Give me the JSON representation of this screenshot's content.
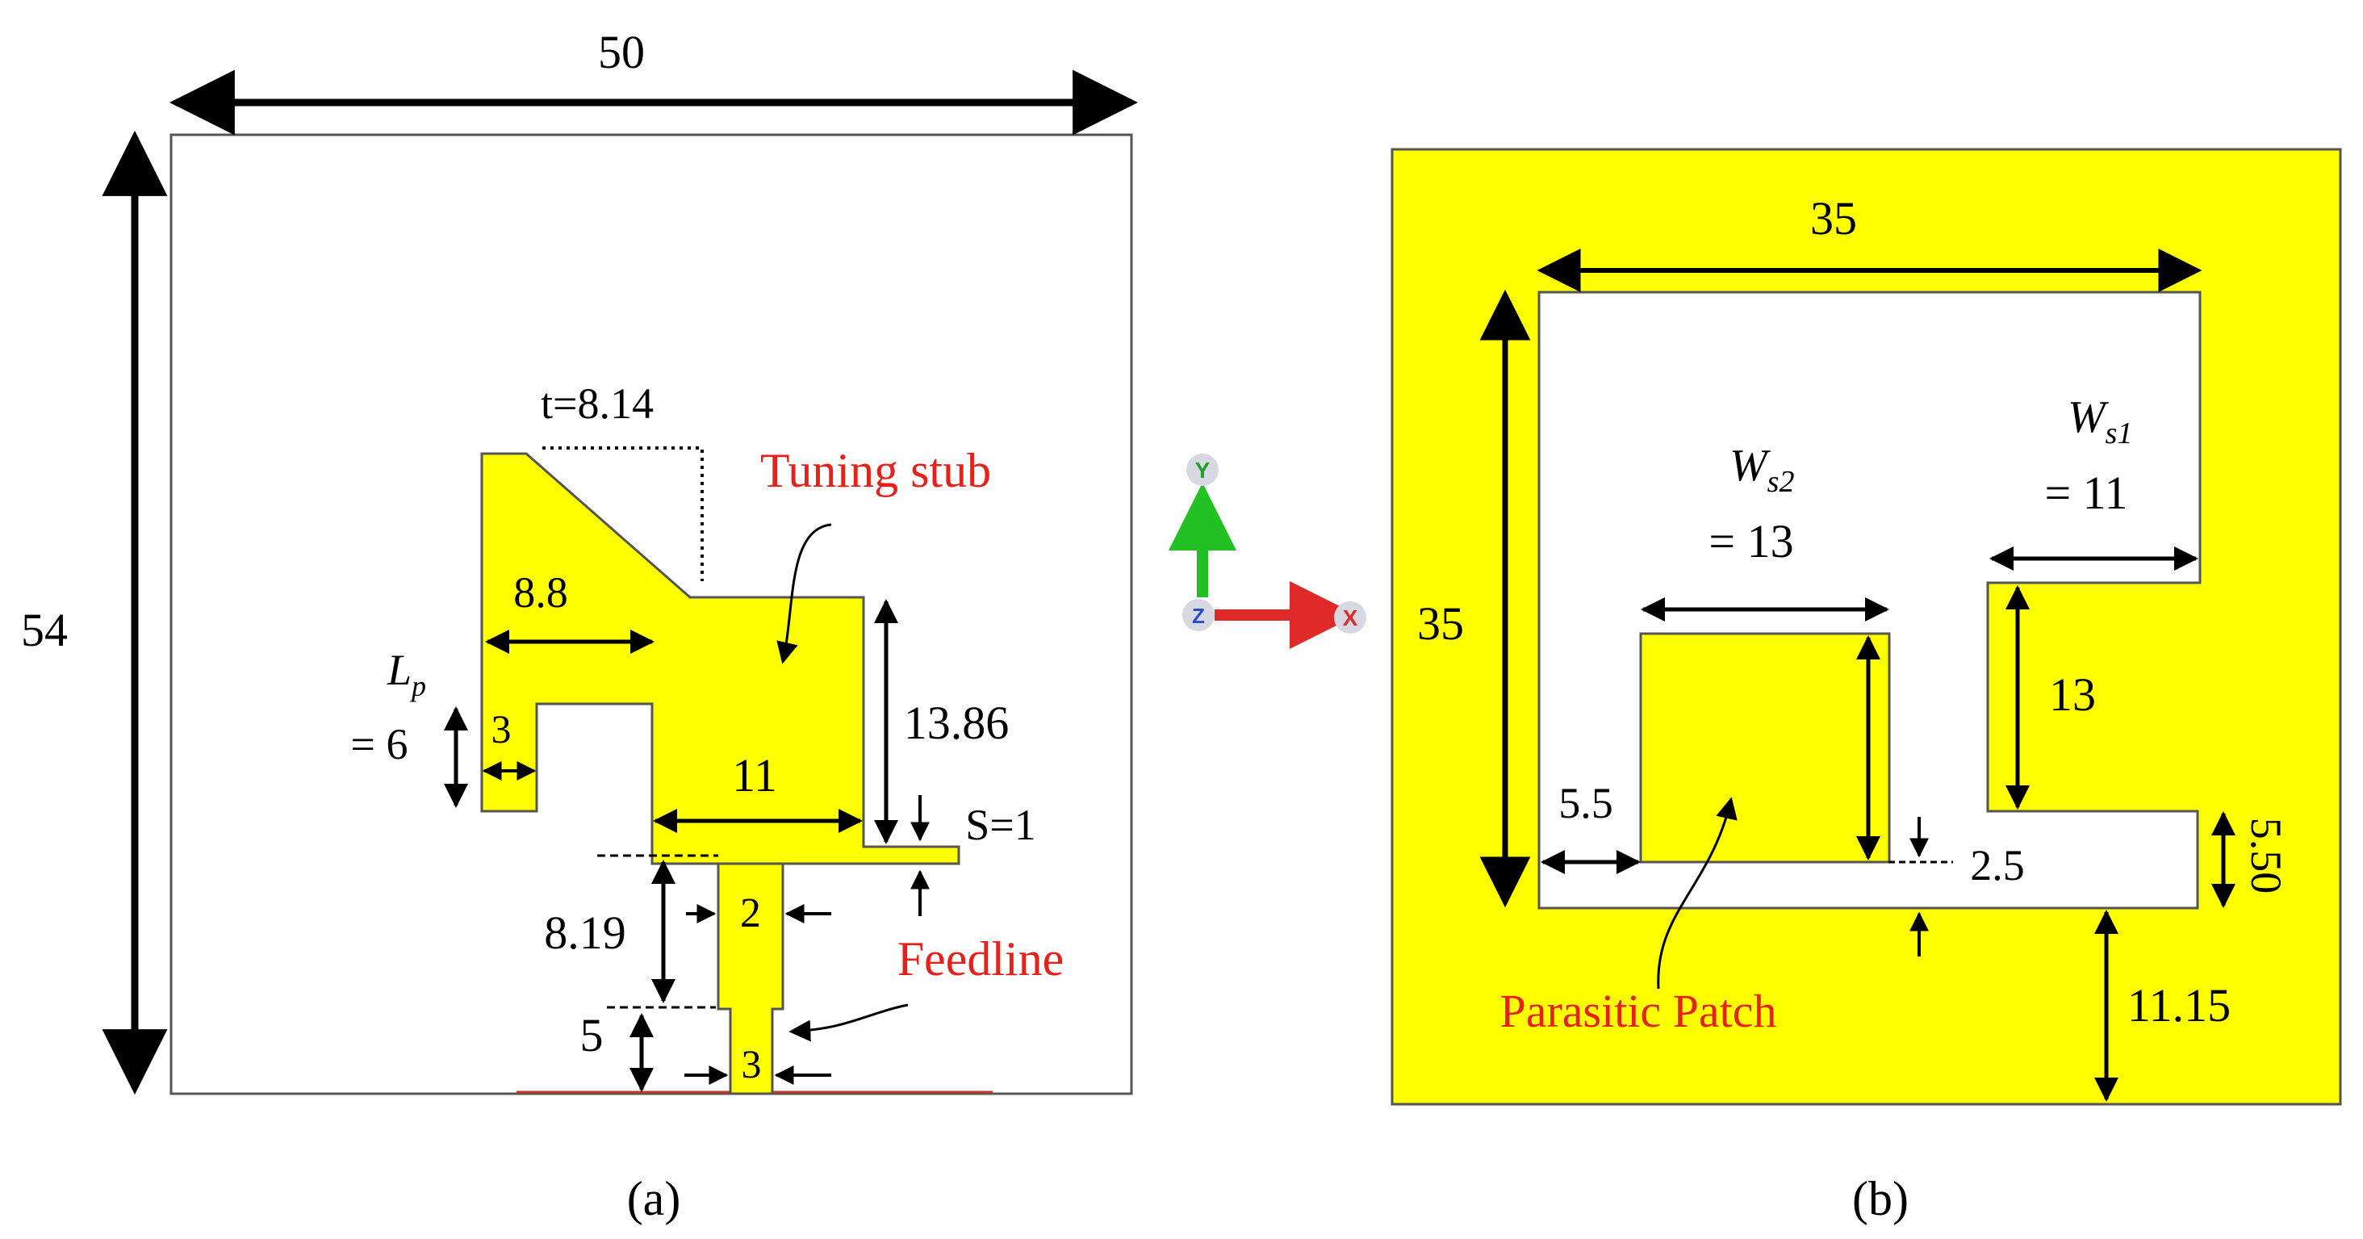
{
  "colors": {
    "copper": "#ffff00",
    "outline": "#555555",
    "annotation": "#e8201a",
    "axis_y": "#22c022",
    "axis_x": "#e02a2a"
  },
  "panel_a": {
    "caption": "(a)",
    "dims": {
      "width": "50",
      "height": "54",
      "t": "t=8.14",
      "w88": "8.8",
      "lp_sym": "L",
      "lp_sub": "p",
      "lp_val": "= 6",
      "w3_notch": "3",
      "w11": "11",
      "h1386": "13.86",
      "s": "S=1",
      "h819": "8.19",
      "w2": "2",
      "h5": "5",
      "w3_feed": "3"
    },
    "callouts": {
      "tuning_stub": "Tuning stub",
      "feedline": "Feedline"
    }
  },
  "panel_b": {
    "caption": "(b)",
    "dims": {
      "w35": "35",
      "h35": "35",
      "ws1_sym": "W",
      "ws1_sub": "s1",
      "ws1_val": "= 11",
      "ws2_sym": "W",
      "ws2_sub": "s2",
      "ws2_val": "= 13",
      "h13": "13",
      "w55": "5.5",
      "g25": "2.5",
      "h550": "5.50",
      "h1115": "11.15"
    },
    "callouts": {
      "parasitic_patch": "Parasitic Patch"
    }
  },
  "axes": {
    "y": "Y",
    "z": "Z",
    "x": "X"
  }
}
